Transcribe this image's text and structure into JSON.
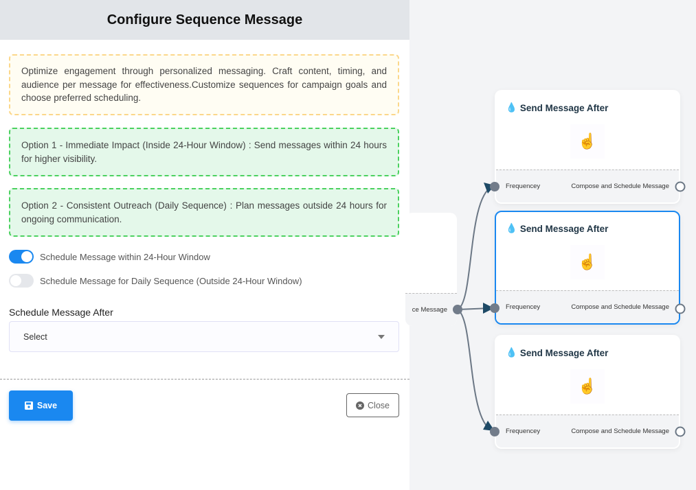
{
  "panel": {
    "title": "Configure Sequence Message",
    "info": "Optimize engagement through personalized messaging. Craft content, timing, and audience per message for effectiveness.Customize sequences for campaign goals and choose preferred scheduling.",
    "option1": "Option 1 - Immediate Impact (Inside 24-Hour Window) : Send messages within 24 hours for higher visibility.",
    "option2": "Option 2 - Consistent Outreach (Daily Sequence) : Plan messages outside 24 hours for ongoing communication.",
    "toggles": [
      {
        "label": "Schedule Message within 24-Hour Window",
        "on": true
      },
      {
        "label": "Schedule Message for Daily Sequence (Outside 24-Hour Window)",
        "on": false
      }
    ],
    "field_label": "Schedule Message After",
    "select_value": "Select",
    "save_label": "Save",
    "close_label": "Close"
  },
  "canvas": {
    "partial_node_output": "ce Message",
    "nodes": [
      {
        "title": "Send Message After",
        "input": "Frequencey",
        "output": "Compose and Schedule Message",
        "selected": false
      },
      {
        "title": "Send Message After",
        "input": "Frequencey",
        "output": "Compose and Schedule Message",
        "selected": true
      },
      {
        "title": "Send Message After",
        "input": "Frequencey",
        "output": "Compose and Schedule Message",
        "selected": false
      }
    ]
  },
  "colors": {
    "accent": "#1a88f0",
    "edge": "#6b7785",
    "arrow": "#1e4a66"
  }
}
